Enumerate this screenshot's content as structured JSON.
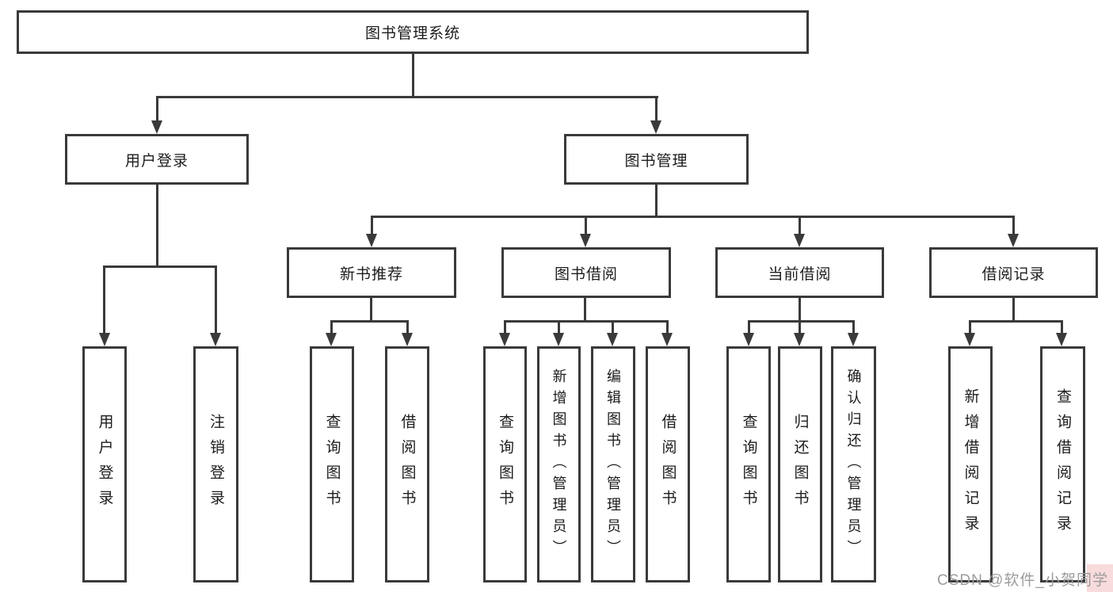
{
  "diagram": {
    "title": "图书管理系统",
    "type": "hierarchy-tree",
    "colors": {
      "line": "#3a3a3a",
      "box_border": "#3a3a3a",
      "box_fill": "#ffffff",
      "text": "#1c1c1c",
      "background": "#ffffff",
      "watermark_text": "#9c9c9c",
      "watermark_accent": "#f2bebe"
    }
  },
  "nodes": {
    "root": "图书管理系统",
    "userLogin": "用户登录",
    "bookManagement": "图书管理",
    "newBookRecommend": "新书推荐",
    "bookBorrow": "图书借阅",
    "currentBorrow": "当前借阅",
    "borrowRecord": "借阅记录",
    "leafUserLogin": "用户登录",
    "leafLogout": "注销登录",
    "leafQueryBooks1": "查询图书",
    "leafBorrowBooks1": "借阅图书",
    "leafQueryBooks2": "查询图书",
    "leafAddBooks": "新增图书（管理员）",
    "leafEditBooks": "编辑图书（管理员）",
    "leafBorrowBooks2": "借阅图书",
    "leafQueryBooks3": "查询图书",
    "leafReturnBooks": "归还图书",
    "leafConfirmReturn": "确认归还（管理员）",
    "leafAddBorrowRecord": "新增借阅记录",
    "leafQueryBorrowRecord": "查询借阅记录"
  },
  "watermark": "CSDN @软件_小贺同学"
}
